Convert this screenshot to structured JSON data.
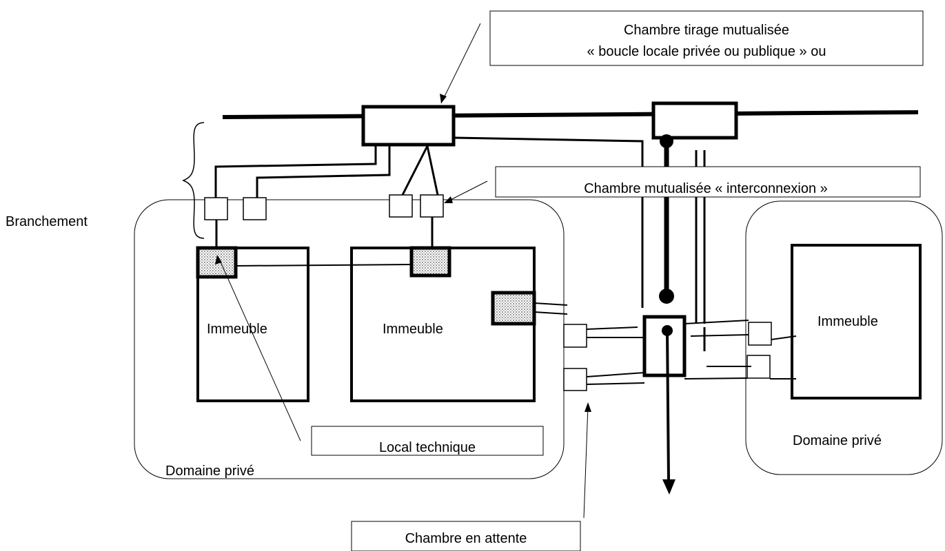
{
  "labels": {
    "chambre_tirage_line1": "Chambre tirage mutualisée",
    "chambre_tirage_line2": "« boucle locale privée ou publique » ou",
    "chambre_mutualisee": "Chambre mutualisée « interconnexion »",
    "branchement": "Branchement",
    "immeuble_1": "Immeuble",
    "immeuble_2": "Immeuble",
    "immeuble_3": "Immeuble",
    "local_technique": "Local technique",
    "domaine_prive_left": "Domaine privé",
    "domaine_prive_right": "Domaine privé",
    "chambre_attente": "Chambre en attente"
  },
  "colors": {
    "stroke": "#000000",
    "hatch": "#bdbdbd",
    "background": "#ffffff"
  }
}
